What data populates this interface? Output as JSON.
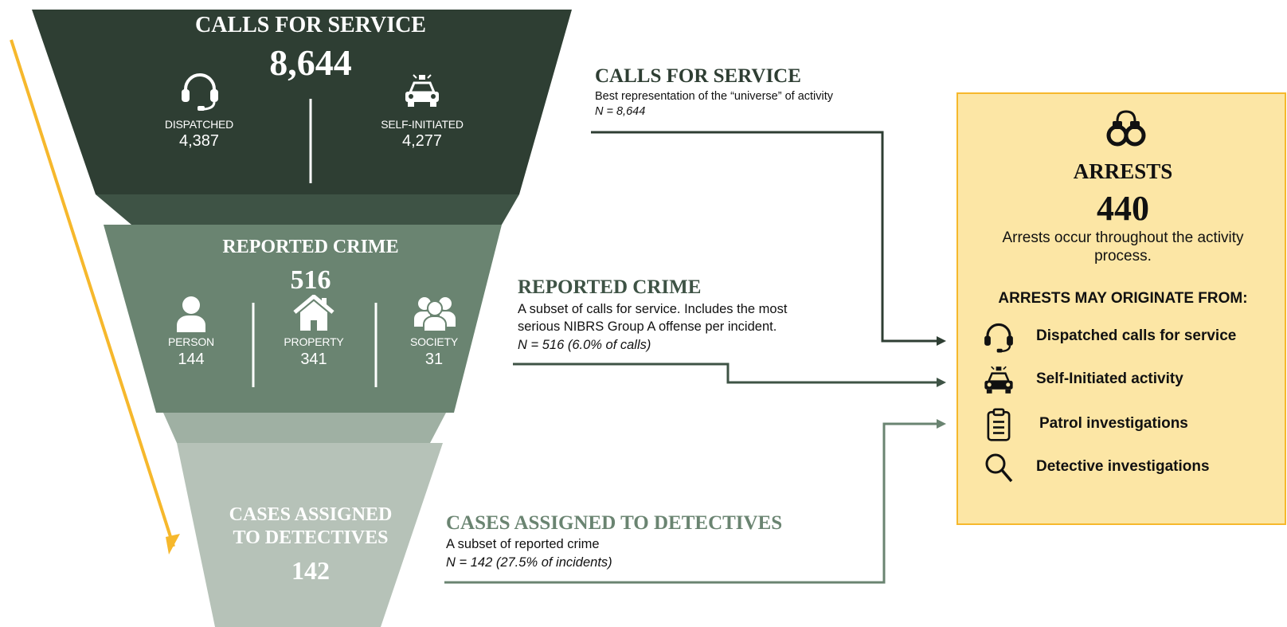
{
  "funnel": {
    "calls": {
      "title": "CALLS FOR SERVICE",
      "total": "8,644",
      "left_label": "DISPATCHED",
      "left_value": "4,387",
      "right_label": "SELF-INITIATED",
      "right_value": "4,277"
    },
    "reported": {
      "title": "REPORTED CRIME",
      "total": "516",
      "items": [
        {
          "label": "PERSON",
          "value": "144",
          "icon": "person-icon"
        },
        {
          "label": "PROPERTY",
          "value": "341",
          "icon": "house-icon"
        },
        {
          "label": "SOCIETY",
          "value": "31",
          "icon": "group-icon"
        }
      ]
    },
    "cases": {
      "title_line1": "CASES ASSIGNED",
      "title_line2": "TO DETECTIVES",
      "total": "142"
    }
  },
  "descriptions": {
    "calls": {
      "heading": "CALLS FOR SERVICE",
      "text": "Best representation of the “universe” of activity",
      "n": "N = 8,644"
    },
    "reported": {
      "heading": "REPORTED CRIME",
      "line1": "A subset of calls for service. Includes the most",
      "line2": "serious NIBRS Group A offense per incident.",
      "n": "N = 516 (6.0% of calls)"
    },
    "cases": {
      "heading": "CASES ASSIGNED TO DETECTIVES",
      "text": "A subset of reported crime",
      "n": "N = 142 (27.5% of incidents)"
    }
  },
  "arrests": {
    "icon": "handcuffs-icon",
    "title": "ARRESTS",
    "total": "440",
    "desc_line1": "Arrests occur throughout the activity",
    "desc_line2": "process.",
    "origin_heading": "ARRESTS MAY ORIGINATE FROM:",
    "origins": [
      {
        "label": "Dispatched calls for service",
        "icon": "headset-icon"
      },
      {
        "label": "Self-Initiated activity",
        "icon": "police-car-icon"
      },
      {
        "label": "Patrol investigations",
        "icon": "clipboard-icon"
      },
      {
        "label": "Detective investigations",
        "icon": "magnifier-icon"
      }
    ]
  },
  "colors": {
    "calls": "#2e3e33",
    "reported": "#6a8471",
    "cases": "#b6c2b8",
    "accent_yellow": "#f6b82c",
    "box_fill": "#fce6a5"
  }
}
